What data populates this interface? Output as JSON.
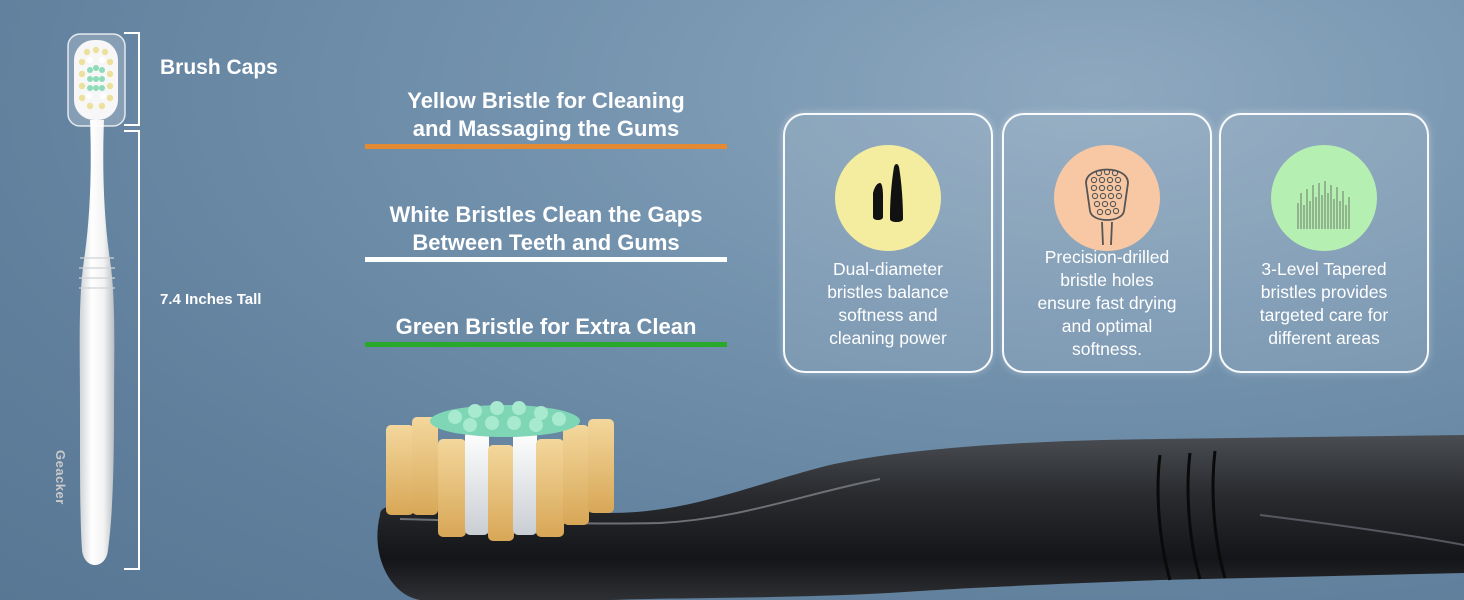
{
  "labels": {
    "brush_caps": "Brush Caps",
    "height": "7.4 Inches Tall",
    "brand": "Geacker"
  },
  "features": [
    {
      "text": "Yellow Bristle for Cleaning and Massaging the Gums",
      "line1": "Yellow Bristle for Cleaning",
      "line2": "and Massaging the Gums",
      "color": "#e38a33"
    },
    {
      "text": "White Bristles Clean the Gaps Between Teeth and Gums",
      "line1": "White Bristles Clean the Gaps",
      "line2": "Between Teeth and Gums",
      "color": "#ffffff"
    },
    {
      "text": "Green Bristle for Extra Clean",
      "line1": "Green Bristle for Extra Clean",
      "color": "#2aa82a"
    }
  ],
  "cards": [
    {
      "icon": "tapered-bristles-icon",
      "lines": [
        "Dual-diameter",
        "bristles balance",
        "softness and",
        "cleaning power"
      ],
      "circle_color": "#f4eda0"
    },
    {
      "icon": "brush-head-holes-icon",
      "lines": [
        "Precision-drilled",
        "bristle holes",
        "ensure fast drying",
        "and optimal",
        "softness."
      ],
      "circle_color": "#f8c8a4"
    },
    {
      "icon": "bristle-tufts-icon",
      "lines": [
        "3-Level Tapered",
        "bristles provides",
        "targeted care for",
        "different areas"
      ],
      "circle_color": "#b6efb2"
    }
  ]
}
